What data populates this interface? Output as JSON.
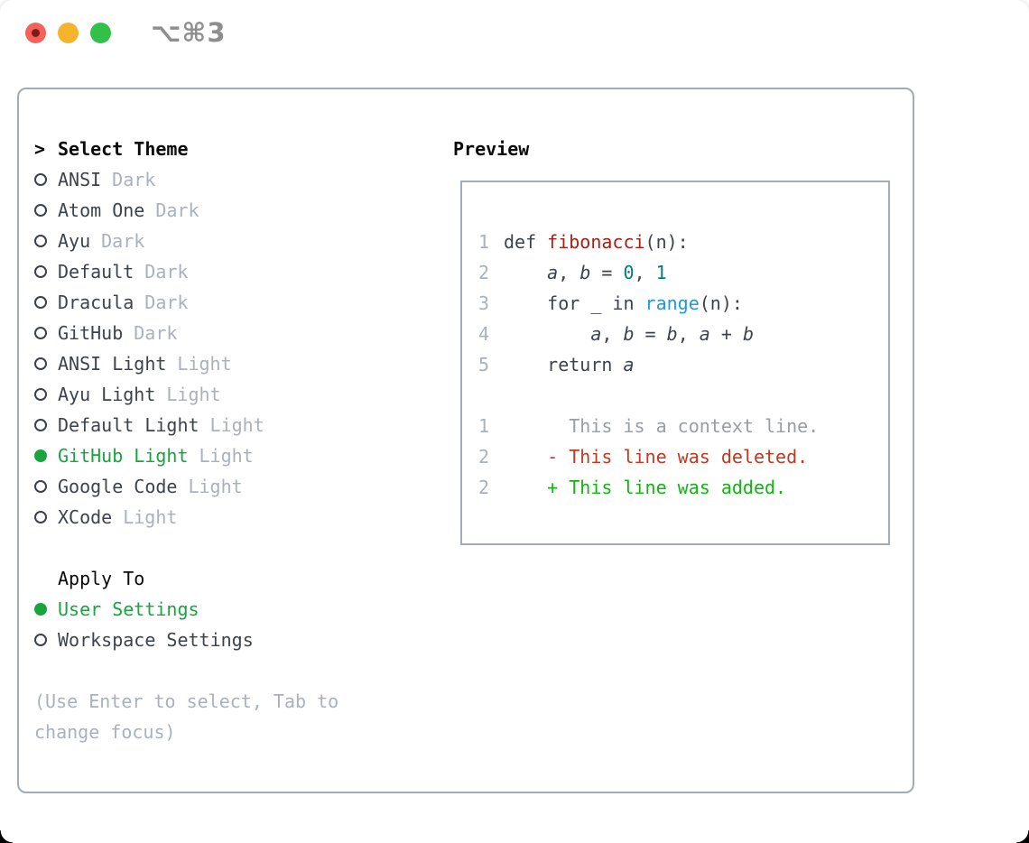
{
  "titlebar": {
    "title": "⌥⌘3",
    "colors": {
      "close": "#f4625b",
      "close_dot": "#7b1d17",
      "minimize": "#f6b42e",
      "zoom": "#33c048",
      "title_text": "#8e8e8e"
    }
  },
  "panel": {
    "border_color": "#a3abb7"
  },
  "theme_picker": {
    "header_prefix": ">",
    "header": "Select Theme",
    "themes": [
      {
        "name": "ANSI",
        "variant": "Dark",
        "selected": false
      },
      {
        "name": "Atom One",
        "variant": "Dark",
        "selected": false
      },
      {
        "name": "Ayu",
        "variant": "Dark",
        "selected": false
      },
      {
        "name": "Default",
        "variant": "Dark",
        "selected": false
      },
      {
        "name": "Dracula",
        "variant": "Dark",
        "selected": false
      },
      {
        "name": "GitHub",
        "variant": "Dark",
        "selected": false
      },
      {
        "name": "ANSI Light",
        "variant": "Light",
        "selected": false
      },
      {
        "name": "Ayu Light",
        "variant": "Light",
        "selected": false
      },
      {
        "name": "Default Light",
        "variant": "Light",
        "selected": false
      },
      {
        "name": "GitHub Light",
        "variant": "Light",
        "selected": true
      },
      {
        "name": "Google Code",
        "variant": "Light",
        "selected": false
      },
      {
        "name": "XCode",
        "variant": "Light",
        "selected": false
      }
    ],
    "apply_to": {
      "header": "Apply To",
      "options": [
        {
          "name": "User Settings",
          "selected": true
        },
        {
          "name": "Workspace Settings",
          "selected": false
        }
      ]
    },
    "help_lines": [
      "(Use Enter to select, Tab to",
      "change focus)"
    ],
    "colors": {
      "selected_green": "#19a43d",
      "item_text": "#3c434c",
      "muted_gray": "#a9b1bd",
      "header_black": "#0a0a0a"
    }
  },
  "preview": {
    "header": "Preview",
    "code_lines": [
      {
        "num": "1",
        "segments": [
          {
            "text": "def ",
            "style": "plain"
          },
          {
            "text": "fibonacci",
            "style": "func"
          },
          {
            "text": "(n):",
            "style": "plain"
          }
        ]
      },
      {
        "num": "2",
        "segments": [
          {
            "text": "    ",
            "style": "plain"
          },
          {
            "text": "a",
            "style": "var"
          },
          {
            "text": ", ",
            "style": "plain"
          },
          {
            "text": "b",
            "style": "var"
          },
          {
            "text": " = ",
            "style": "plain"
          },
          {
            "text": "0",
            "style": "num"
          },
          {
            "text": ", ",
            "style": "plain"
          },
          {
            "text": "1",
            "style": "num"
          }
        ]
      },
      {
        "num": "3",
        "segments": [
          {
            "text": "    for _ in ",
            "style": "plain"
          },
          {
            "text": "range",
            "style": "builtin"
          },
          {
            "text": "(n):",
            "style": "plain"
          }
        ]
      },
      {
        "num": "4",
        "segments": [
          {
            "text": "        ",
            "style": "plain"
          },
          {
            "text": "a",
            "style": "var"
          },
          {
            "text": ", ",
            "style": "plain"
          },
          {
            "text": "b",
            "style": "var"
          },
          {
            "text": " = ",
            "style": "plain"
          },
          {
            "text": "b",
            "style": "var"
          },
          {
            "text": ", ",
            "style": "plain"
          },
          {
            "text": "a",
            "style": "var"
          },
          {
            "text": " + ",
            "style": "plain"
          },
          {
            "text": "b",
            "style": "var"
          }
        ]
      },
      {
        "num": "5",
        "segments": [
          {
            "text": "    return ",
            "style": "plain"
          },
          {
            "text": "a",
            "style": "var"
          }
        ]
      },
      {
        "num": "",
        "segments": []
      },
      {
        "num": "1",
        "segments": [
          {
            "text": "      This is a context line.",
            "style": "context"
          }
        ]
      },
      {
        "num": "2",
        "segments": [
          {
            "text": "    - This line was deleted.",
            "style": "deleted"
          }
        ]
      },
      {
        "num": "2",
        "segments": [
          {
            "text": "    + This line was added.",
            "style": "added"
          }
        ]
      }
    ],
    "colors": {
      "plain": "#3c434c",
      "function_red": "#a62015",
      "number_teal": "#007d80",
      "builtin_blue": "#1e9ad6",
      "context_gray": "#989ea4",
      "deleted_red": "#c5381f",
      "added_green": "#10b510",
      "line_number": "#a9b1bd"
    }
  }
}
